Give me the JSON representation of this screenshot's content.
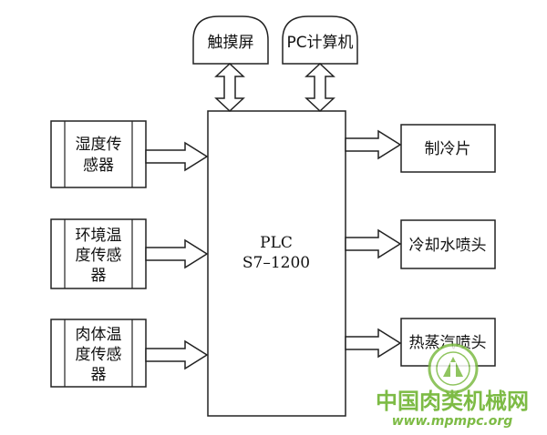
{
  "inputs": {
    "humidity": [
      "湿度传",
      "感器"
    ],
    "env_temp": [
      "环境温",
      "度传感",
      "器"
    ],
    "meat_temp": [
      "肉体温",
      "度传感",
      "器"
    ]
  },
  "top": {
    "touch": "触摸屏",
    "pc": "PC计算机"
  },
  "plc": [
    "PLC",
    "S7–1200"
  ],
  "outputs": {
    "cooler": "制冷片",
    "water": "冷却水喷头",
    "steam": "热蒸汽喷头"
  },
  "watermark": {
    "name": "中国肉类机械网",
    "url": "www.mpmpc.org",
    "color": "#7dbb45"
  }
}
